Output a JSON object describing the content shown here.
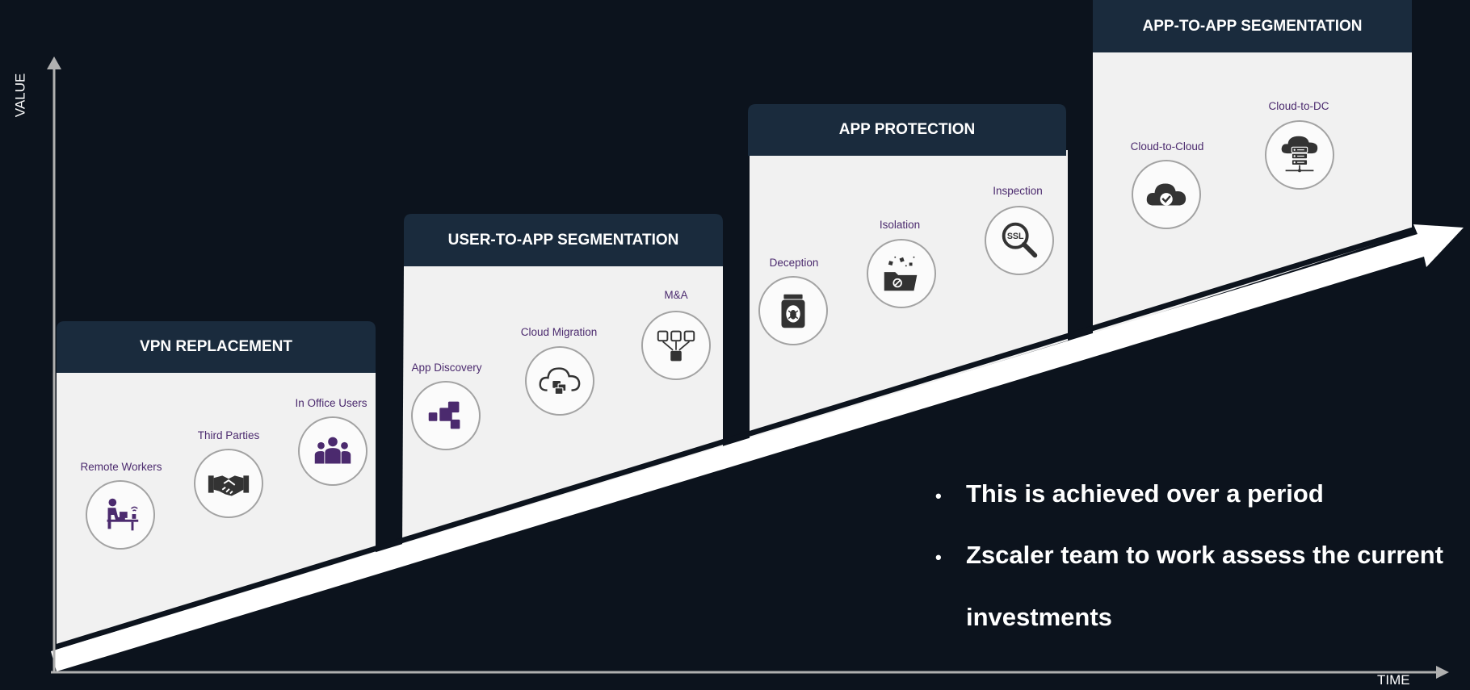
{
  "axes": {
    "y_label": "VALUE",
    "x_label": "TIME"
  },
  "stages": [
    {
      "title": "VPN REPLACEMENT",
      "items": [
        {
          "label": "Remote Workers",
          "icon": "remote-worker-icon"
        },
        {
          "label": "Third Parties",
          "icon": "handshake-icon"
        },
        {
          "label": "In Office Users",
          "icon": "users-group-icon"
        }
      ]
    },
    {
      "title": "USER-TO-APP SEGMENTATION",
      "items": [
        {
          "label": "App Discovery",
          "icon": "app-blocks-icon"
        },
        {
          "label": "Cloud Migration",
          "icon": "cloud-migration-icon"
        },
        {
          "label": "M&A",
          "icon": "merge-boxes-icon"
        }
      ]
    },
    {
      "title": "APP PROTECTION",
      "items": [
        {
          "label": "Deception",
          "icon": "honey-jar-icon"
        },
        {
          "label": "Isolation",
          "icon": "isolation-folder-icon"
        },
        {
          "label": "Inspection",
          "icon": "ssl-magnifier-icon"
        }
      ]
    },
    {
      "title": "APP-TO-APP SEGMENTATION",
      "items": [
        {
          "label": "Cloud-to-Cloud",
          "icon": "cloud-check-icon"
        },
        {
          "label": "Cloud-to-DC",
          "icon": "cloud-server-icon"
        }
      ]
    }
  ],
  "bullets": [
    "This is achieved over a period",
    "Zscaler team to work assess the current",
    "investments"
  ],
  "colors": {
    "background": "#0c131d",
    "header": "#1a2b3d",
    "panel": "#f1f1f1",
    "label": "#4b2a6e",
    "icon": "#4b2a6e",
    "axis": "#b0b0b0"
  }
}
